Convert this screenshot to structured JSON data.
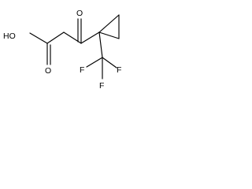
{
  "structure": {
    "atoms": {
      "hydroxyl": "HO",
      "ketone_oxygen": "O",
      "acid_oxygen": "O",
      "fluorine_1": "F",
      "fluorine_2": "F",
      "fluorine_3": "F"
    }
  }
}
